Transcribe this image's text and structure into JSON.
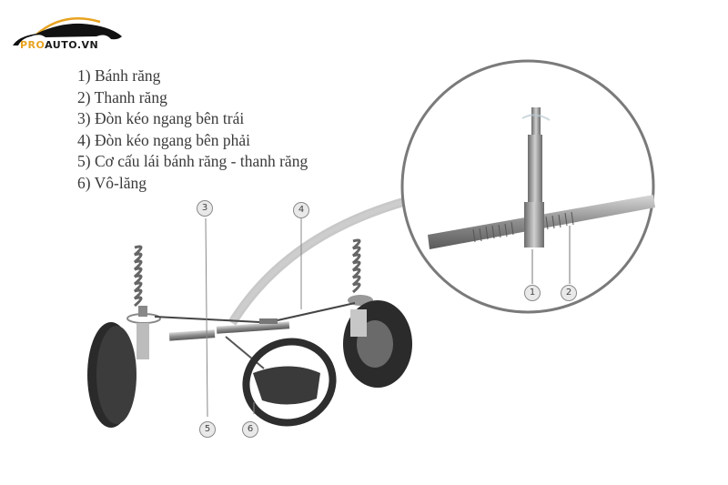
{
  "logo": {
    "brand_prefix": "PRO",
    "brand_suffix": "AUTO.VN",
    "accent_color": "#e8a21f",
    "dark_color": "#1a1a1a",
    "icon": "car-silhouette-icon"
  },
  "legend": {
    "items": [
      {
        "number": "1)",
        "label": "Bánh răng"
      },
      {
        "number": "2)",
        "label": "Thanh răng"
      },
      {
        "number": "3)",
        "label": "Đòn kéo ngang bên trái"
      },
      {
        "number": "4)",
        "label": "Đòn kéo ngang bên phải"
      },
      {
        "number": "5)",
        "label": "Cơ cấu lái bánh răng - thanh răng"
      },
      {
        "number": "6)",
        "label": "Vô-lăng"
      }
    ]
  },
  "callouts": {
    "c1": "1",
    "c2": "2",
    "c3": "3",
    "c4": "4",
    "c5": "5",
    "c6": "6"
  }
}
